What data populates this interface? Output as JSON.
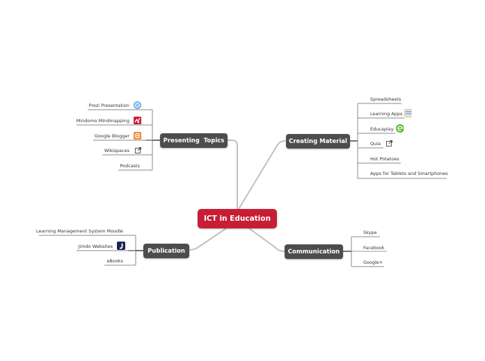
{
  "mindmap": {
    "root": {
      "label": "ICT in Education",
      "color": "#c81e35"
    },
    "branches": [
      {
        "label": "Presenting  Topics",
        "side": "left",
        "items": [
          {
            "label": "Prezi Presentation",
            "icon": "prezi-icon"
          },
          {
            "label": "Mindomo Mindmapping",
            "icon": "mindomo-icon"
          },
          {
            "label": "Google Blogger",
            "icon": "blogger-icon"
          },
          {
            "label": "Wikispaces",
            "icon": "external-link-icon"
          },
          {
            "label": "Podcasts",
            "icon": null
          }
        ]
      },
      {
        "label": "Creating Material",
        "side": "right",
        "items": [
          {
            "label": "Spreadsheets",
            "icon": null
          },
          {
            "label": "Learning Apps",
            "icon": "learningapps-icon"
          },
          {
            "label": "Educaplay",
            "icon": "educaplay-icon"
          },
          {
            "label": "Quia",
            "icon": "external-link-icon"
          },
          {
            "label": "Hot Potatoes",
            "icon": null
          },
          {
            "label": "Apps for Tablets and Smartphones",
            "icon": null
          }
        ]
      },
      {
        "label": "Publication",
        "side": "left",
        "items": [
          {
            "label": "Learning Management System Moodle",
            "icon": null
          },
          {
            "label": "Jimdo Websites",
            "icon": "jimdo-icon"
          },
          {
            "label": "eBooks",
            "icon": null
          }
        ]
      },
      {
        "label": "Communication",
        "side": "right",
        "items": [
          {
            "label": "Skype",
            "icon": null
          },
          {
            "label": "Facebook",
            "icon": null
          },
          {
            "label": "Google+",
            "icon": null
          }
        ]
      }
    ],
    "colors": {
      "branch_node": "#4d4d4d",
      "connector": "#bbbbbb",
      "leaf_line": "#888888"
    }
  }
}
